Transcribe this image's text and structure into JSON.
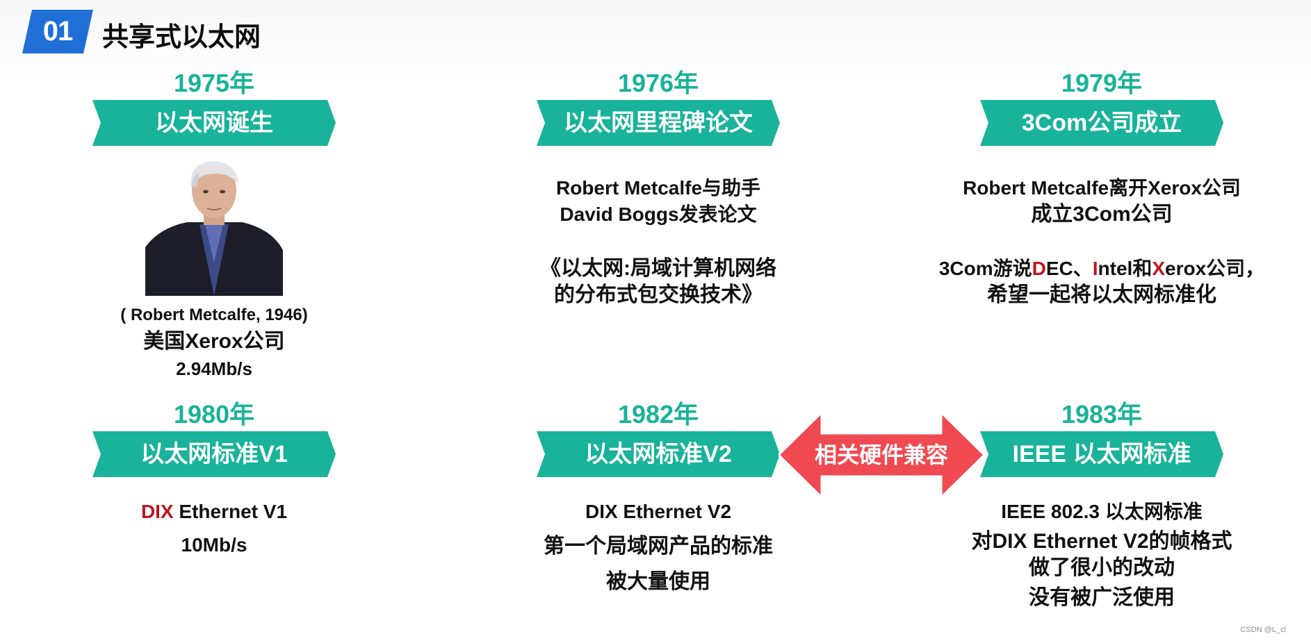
{
  "section": {
    "number": "01",
    "title": "共享式以太网"
  },
  "items": [
    {
      "year": "1975年",
      "title": "以太网诞生",
      "lines": [
        "( Robert Metcalfe, 1946)",
        "美国Xerox公司",
        "2.94Mb/s"
      ]
    },
    {
      "year": "1976年",
      "title": "以太网里程碑论文",
      "lines": [
        "Robert Metcalfe与助手",
        "David Boggs发表论文",
        "《以太网:局域计算机网络",
        "的分布式包交换技术》"
      ]
    },
    {
      "year": "1979年",
      "title": "3Com公司成立",
      "lines": [
        "Robert Metcalfe离开Xerox公司",
        "成立3Com公司",
        "3Com游说",
        "D",
        "EC、",
        "I",
        "ntel和",
        "X",
        "erox公司，",
        "希望一起将以太网标准化"
      ]
    },
    {
      "year": "1980年",
      "title": "以太网标准V1",
      "lines": [
        "DIX",
        " Ethernet V1",
        "10Mb/s"
      ]
    },
    {
      "year": "1982年",
      "title": "以太网标准V2",
      "lines": [
        "DIX Ethernet V2",
        "第一个局域网产品的标准",
        "被大量使用"
      ]
    },
    {
      "year": "1983年",
      "title": "IEEE 以太网标准",
      "lines": [
        "IEEE 802.3 以太网标准",
        "对DIX Ethernet V2的帧格式",
        "做了很小的改动",
        "没有被广泛使用"
      ]
    }
  ],
  "compat_arrow": {
    "label": "相关硬件兼容"
  },
  "watermark": "CSDN @L_cl",
  "colors": {
    "teal": "#18b39a",
    "badge_blue": "#1f6fd6",
    "red": "#c0141c",
    "arrow_red": "#ef4a51"
  }
}
